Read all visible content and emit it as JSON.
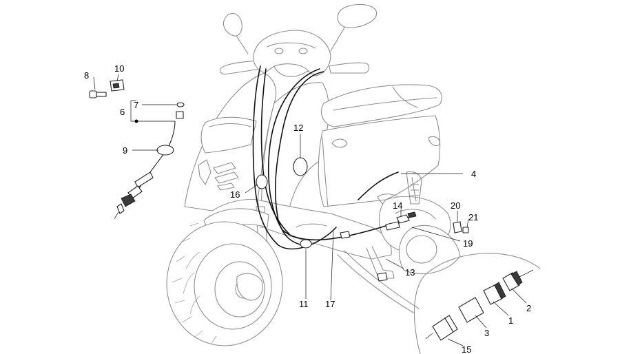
{
  "diagram": {
    "callouts": [
      {
        "id": "c1",
        "text": "1"
      },
      {
        "id": "c2",
        "text": "2"
      },
      {
        "id": "c3",
        "text": "3"
      },
      {
        "id": "c4",
        "text": "4"
      },
      {
        "id": "c6",
        "text": "6"
      },
      {
        "id": "c7",
        "text": "7"
      },
      {
        "id": "c8",
        "text": "8"
      },
      {
        "id": "c9",
        "text": "9"
      },
      {
        "id": "c10",
        "text": "10"
      },
      {
        "id": "c11",
        "text": "11"
      },
      {
        "id": "c12",
        "text": "12"
      },
      {
        "id": "c13",
        "text": "13"
      },
      {
        "id": "c14",
        "text": "14"
      },
      {
        "id": "c15",
        "text": "15"
      },
      {
        "id": "c16",
        "text": "16"
      },
      {
        "id": "c17",
        "text": "17"
      },
      {
        "id": "c19",
        "text": "19"
      },
      {
        "id": "c20",
        "text": "20"
      },
      {
        "id": "c21",
        "text": "21"
      }
    ]
  }
}
